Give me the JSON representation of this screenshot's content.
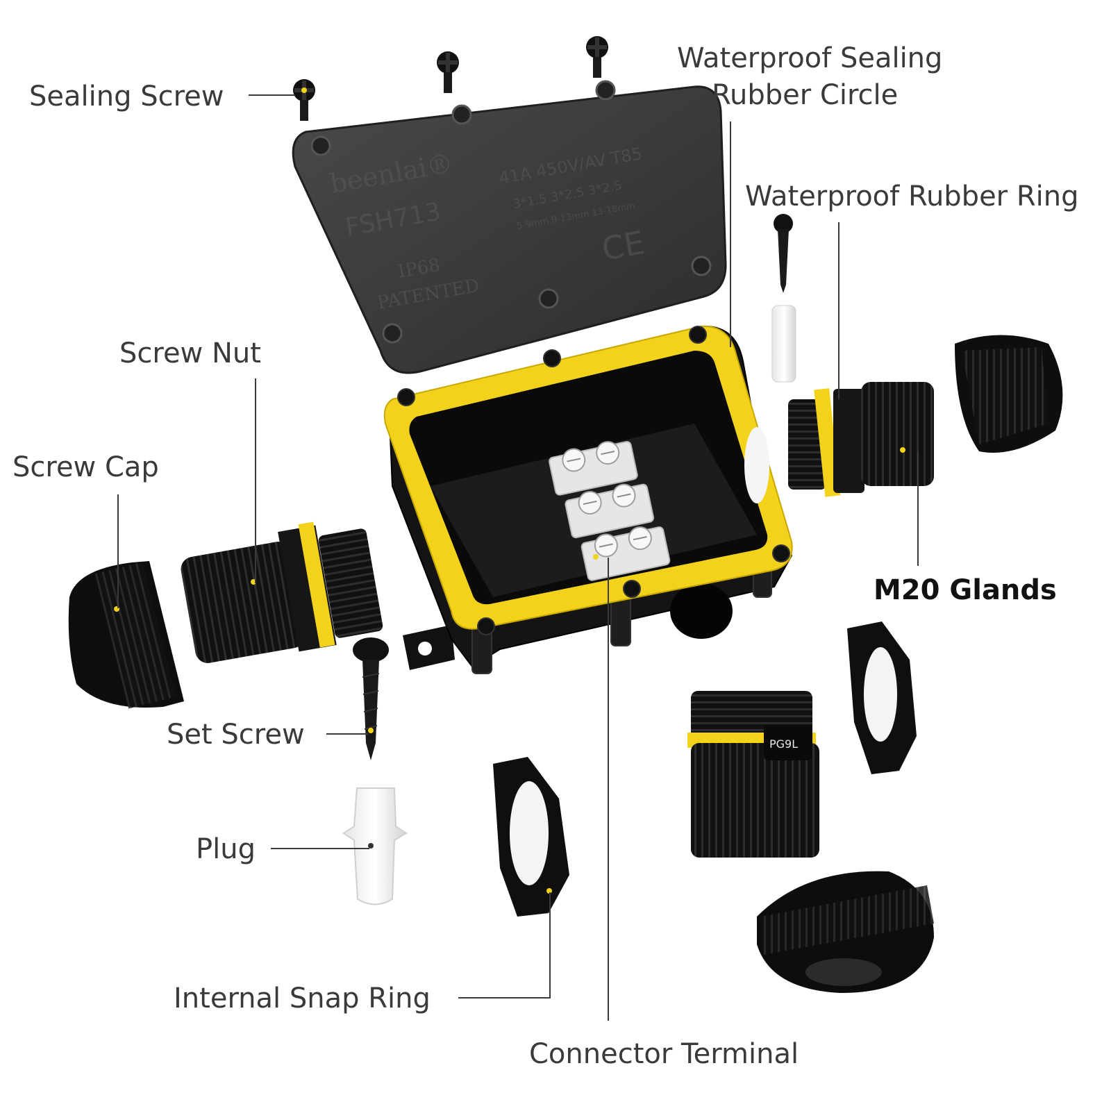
{
  "labels": {
    "sealing_screw": "Sealing Screw",
    "waterproof_sealing_line1": "Waterproof Sealing",
    "waterproof_sealing_line2": "Rubber Circle",
    "waterproof_rubber_ring": "Waterproof Rubber Ring",
    "screw_nut": "Screw Nut",
    "screw_cap": "Screw Cap",
    "m20_glands": "M20 Glands",
    "set_screw": "Set Screw",
    "plug": "Plug",
    "internal_snap_ring": "Internal Snap Ring",
    "connector_terminal": "Connector Terminal"
  },
  "lid_markings": {
    "brand": "beenlai®",
    "model": "FSH713",
    "rating_line1": "41A 450V/AV T85",
    "rating_line2": "3*1.5 3*2.5 3*2.5",
    "rating_line3": "5-9mm 9-13mm 13-18mm",
    "ce_mark": "CE",
    "ip_rating": "IP68",
    "patented": "PATENTED"
  },
  "gland_marking": "PG9L",
  "colors": {
    "seal_yellow": "#f2d21b",
    "plastic_black": "#141414",
    "lid_gray": "#3c3c3c",
    "terminal_white": "#eaeaea",
    "label_gray": "#3a3a3a"
  }
}
